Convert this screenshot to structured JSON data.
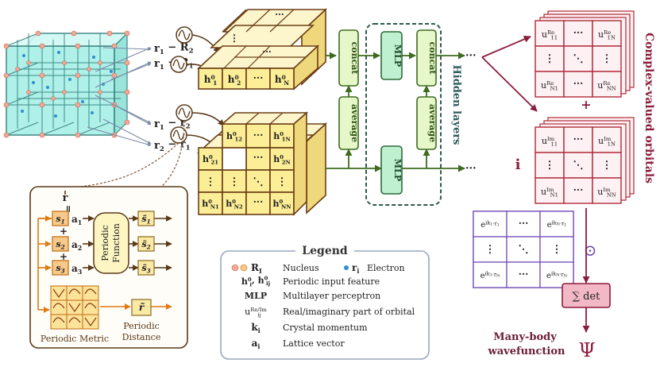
{
  "cube_labels": {
    "r1_minus_R2": "r{1} − R{2}",
    "r1_minus_R1": "r{1} − R{1}",
    "r1_minus_r2": "r{1} − r{2}",
    "r2_minus_r1": "r{2} − r{1}"
  },
  "upper_stack": {
    "cells": [
      "h^0_1",
      "h^0_2",
      "···",
      "h^0_N"
    ],
    "upper_dots": [
      "···",
      "⋮",
      "···"
    ]
  },
  "lower_stack": {
    "row1": [
      "h^0_12",
      "···",
      "h^0_1N"
    ],
    "row2": [
      "h^0_21",
      "···",
      "h^0_2N"
    ],
    "row3": [
      "⋮",
      "⋮",
      "⋱",
      "⋮"
    ],
    "row4": [
      "h^0_N1",
      "h^0_N2",
      "···",
      "h^0_NN"
    ]
  },
  "network": {
    "concat": "concat",
    "average": "average",
    "mlp": "MLP",
    "hidden_layers": "Hidden layers",
    "dots": "···"
  },
  "orbitals": {
    "title": "Complex-valued orbitals",
    "plus": "+",
    "imag_unit": "i",
    "re": [
      "u^Re_11",
      "···",
      "u^Re_1N",
      "⋮",
      "⋱",
      "⋮",
      "u^Re_N1",
      "···",
      "u^Re_NN"
    ],
    "im": [
      "u^Im_11",
      "···",
      "u^Im_1N",
      "⋮",
      "⋱",
      "⋮",
      "u^Im_N1",
      "···",
      "u^Im_NN"
    ]
  },
  "phase": {
    "cells": [
      "e^ik{1}·r{1}",
      "···",
      "e^ik{N}·r{1}",
      "⋮",
      "⋱",
      "⋮",
      "e^ik{1}·r{N}",
      "···",
      "e^ik{N}·r{N}"
    ],
    "odot": "⊙"
  },
  "det": {
    "label": "∑ det"
  },
  "wavefunction": {
    "line1": "Many-body",
    "line2": "wavefunction",
    "psi": "Ψ"
  },
  "periodic": {
    "r": "r",
    "eq": "=",
    "s": [
      "s{1}",
      "s{2}",
      "s{3}"
    ],
    "a": [
      "a{1}",
      "a{2}",
      "a{3}"
    ],
    "plus": "+",
    "function_line1": "Periodic",
    "function_line2": "Function",
    "s_tilde": [
      "s̃{1}",
      "s̃{2}",
      "s̃{3}"
    ],
    "r_tilde": "r̃",
    "metric_label": "Periodic Metric",
    "distance_line1": "Periodic",
    "distance_line2": "Distance"
  },
  "legend": {
    "title": "Legend",
    "entries": [
      {
        "symbol": "R{I}",
        "desc": "Nucleus"
      },
      {
        "symbol": "r{i}",
        "desc": "Electron"
      },
      {
        "symbol": "h^0_i, h^0_ij",
        "desc": "Periodic input feature"
      },
      {
        "symbol": "MLP",
        "desc": "Multilayer perceptron"
      },
      {
        "symbol": "u^Re/Im_ij",
        "desc": "Real/imaginary part of orbital"
      },
      {
        "symbol": "k{i}",
        "desc": "Crystal momentum"
      },
      {
        "symbol": "a{i}",
        "desc": "Lattice vector"
      }
    ]
  },
  "colors": {
    "brown": "#5a3a1a",
    "green_box": "#bff0cf",
    "yellow_cell": "#fbee96",
    "maroon": "#8b1d3c",
    "orbital_red": "#b02a37",
    "phase_purple": "#6b43b5",
    "det_fill": "#f2b8c6",
    "nucleus": "#f4a896",
    "electron": "#2f8fd0",
    "crystal": "#a7efe7",
    "orange": "#e07a10"
  }
}
